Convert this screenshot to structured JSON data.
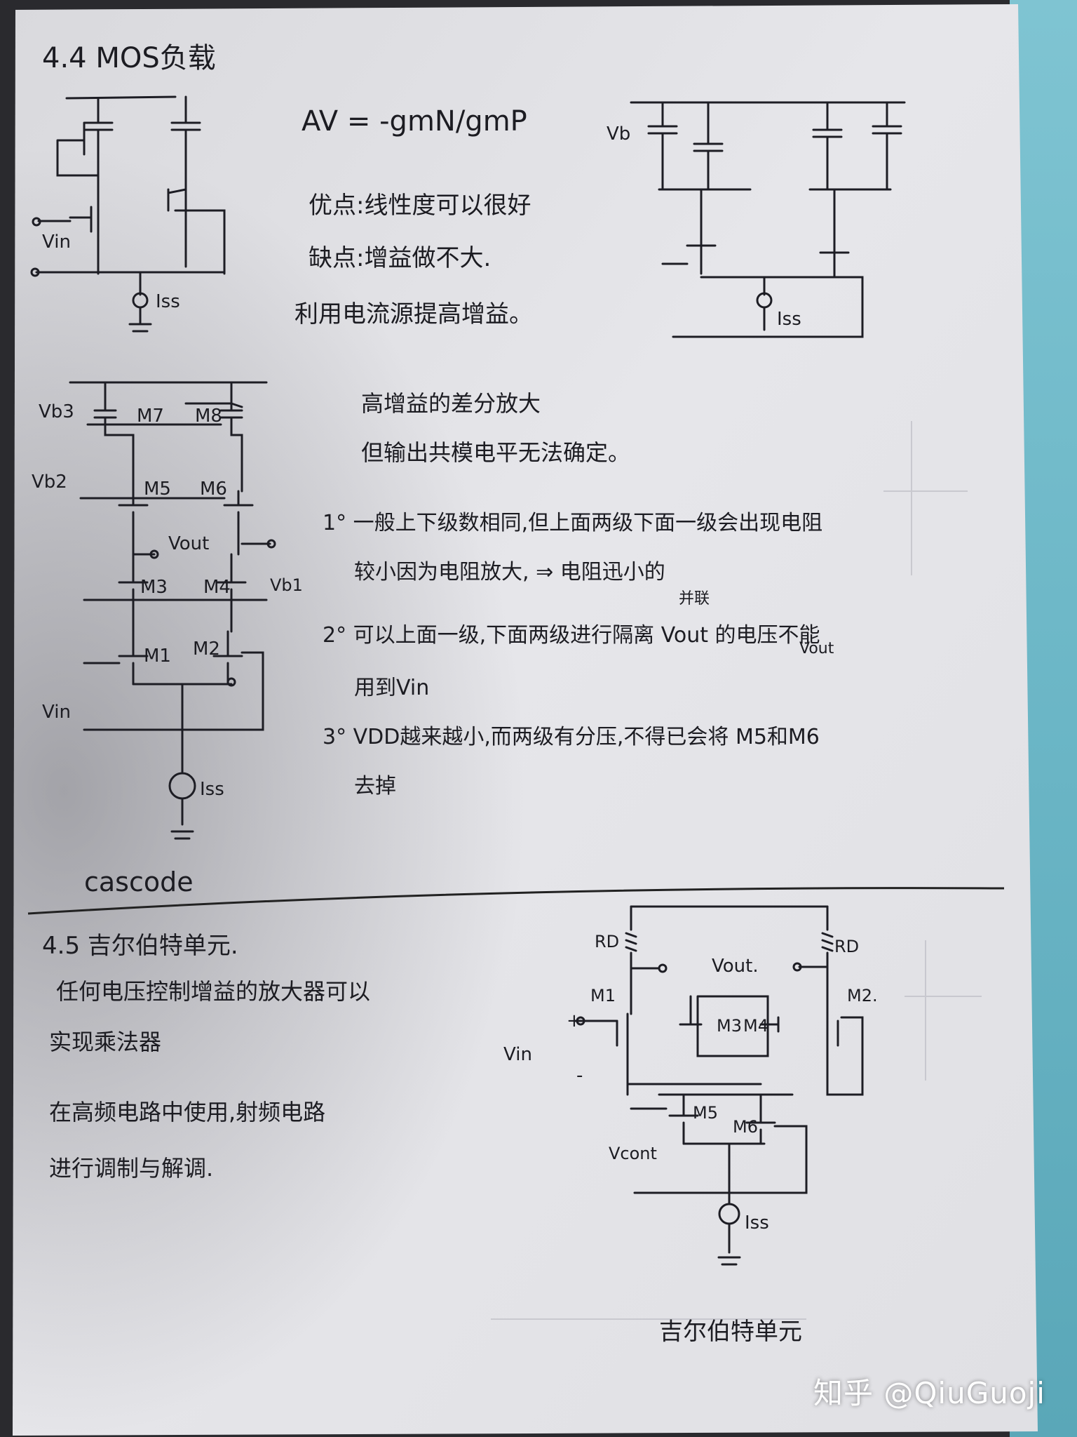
{
  "section_4_4": {
    "heading": "4.4 MOS负载",
    "gain_formula": "AV = -gmN/gmP",
    "advantage": "优点:线性度可以很好",
    "disadvantage": "缺点:增益做不大.",
    "note": "利用电流源提高增益。",
    "left_labels": {
      "vin": "Vin",
      "iss": "Iss"
    },
    "right_labels": {
      "vb": "Vb",
      "iss": "Iss"
    }
  },
  "cascode": {
    "title": "高增益的差分放大",
    "subtitle": "但输出共模电平无法确定。",
    "labels": {
      "vb3": "Vb3",
      "vb2": "Vb2",
      "vb1": "Vb1",
      "m7": "M7",
      "m8": "M8",
      "m5": "M5",
      "m6": "M6",
      "m3": "M3",
      "m4": "M4",
      "m1": "M1",
      "m2": "M2",
      "vout": "Vout",
      "vin": "Vin",
      "iss": "Iss"
    },
    "point1_line1": "1° 一般上下级数相同,但上面两级下面一级会出现电阻",
    "point1_line2": "较小因为电阻放大, ⇒ 电阻迅小的",
    "point1_sub": "并联",
    "point2_line1": "2° 可以上面一级,下面两级进行隔离 Vout 的电压不能",
    "point2_sub": "Vout",
    "point2_line2": "用到Vin",
    "point3_line1": "3° VDD越来越小,而两级有分压,不得已会将 M5和M6",
    "point3_line2": "去掉",
    "footer_label": "cascode"
  },
  "section_4_5": {
    "heading": "4.5 吉尔伯特单元.",
    "line1": "任何电压控制增益的放大器可以",
    "line2": "实现乘法器",
    "line3": "在高频电路中使用,射频电路",
    "line4": "进行调制与解调.",
    "diagram_labels": {
      "rd_left": "RD",
      "rd_right": "RD",
      "vout": "Vout.",
      "m1": "M1",
      "m2": "M2.",
      "m3": "M3",
      "m4": "M4",
      "m5": "M5",
      "m6": "M6",
      "vin": "Vin",
      "plus": "+",
      "minus": "-",
      "vcont": "Vcont",
      "iss": "Iss"
    },
    "caption": "吉尔伯特单元"
  },
  "watermark": "知乎 @QiuGuoji"
}
